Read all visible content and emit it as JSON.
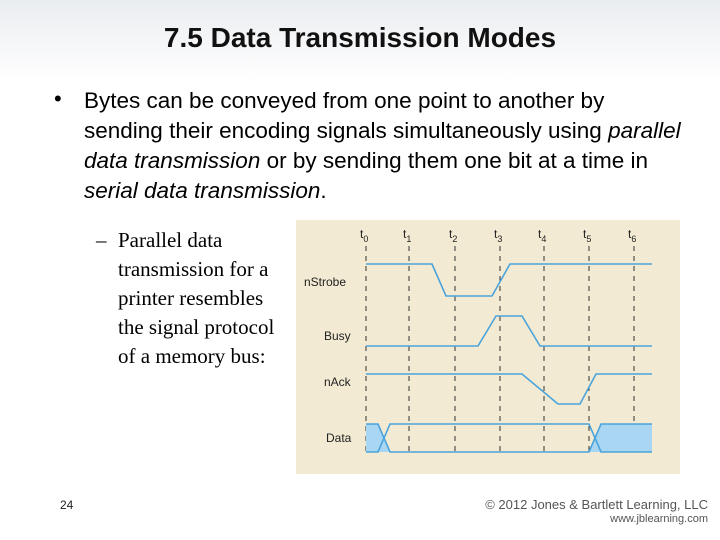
{
  "slide": {
    "title": "7.5 Data Transmission Modes",
    "bullet": {
      "marker": "•",
      "parts": [
        "Bytes can be conveyed from one point to another by sending their encoding signals simultaneously using ",
        "parallel data transmission",
        " or by sending them one bit at a time in ",
        "serial data transmission",
        "."
      ]
    },
    "sub_bullet": {
      "marker": "–",
      "text": "Parallel data transmission for a printer resembles the signal protocol of a memory bus:"
    },
    "page_number": "24",
    "copyright": "© 2012 Jones & Bartlett Learning, LLC",
    "website": "www.jblearning.com"
  },
  "timing_diagram": {
    "time_labels": [
      {
        "base": "t",
        "sub": "0"
      },
      {
        "base": "t",
        "sub": "1"
      },
      {
        "base": "t",
        "sub": "2"
      },
      {
        "base": "t",
        "sub": "3"
      },
      {
        "base": "t",
        "sub": "4"
      },
      {
        "base": "t",
        "sub": "5"
      },
      {
        "base": "t",
        "sub": "6"
      }
    ],
    "signals": [
      "nStrobe",
      "Busy",
      "nAck",
      "Data"
    ],
    "colors": {
      "background": "#f2ead2",
      "signal_line": "#4aa3dc",
      "data_fill": "#a9d6f3",
      "tick_line": "#333333",
      "label": "#222222"
    }
  }
}
